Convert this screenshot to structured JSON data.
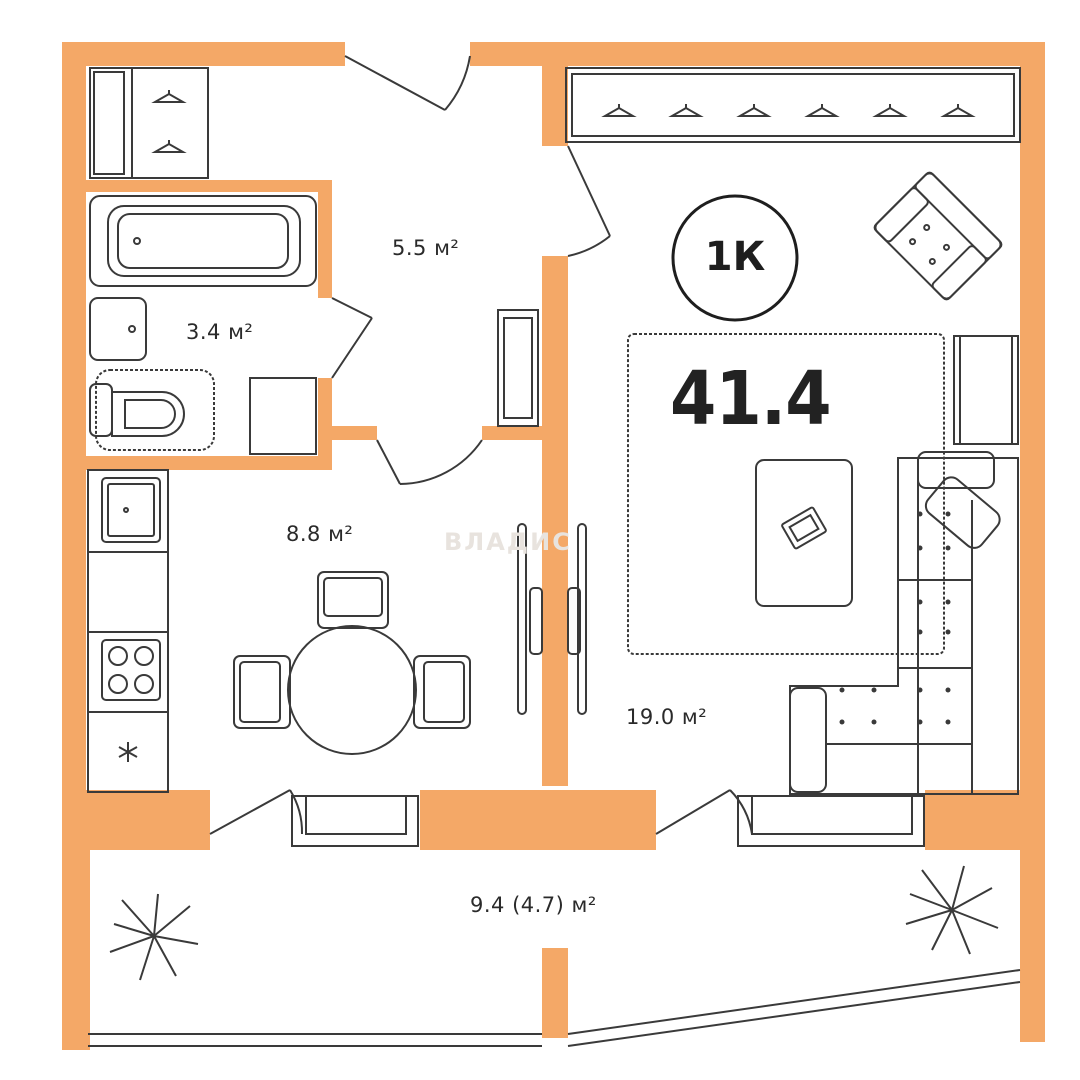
{
  "plan": {
    "room_type": "1К",
    "total_area": "41.4",
    "watermark": "ВЛАДИС",
    "rooms": [
      {
        "name": "hallway",
        "area": "5.5 м²"
      },
      {
        "name": "bathroom",
        "area": "3.4 м²"
      },
      {
        "name": "kitchen",
        "area": "8.8 м²"
      },
      {
        "name": "living-room",
        "area": "19.0 м²"
      },
      {
        "name": "loggia",
        "area": "9.4 (4.7) м²"
      }
    ]
  },
  "colors": {
    "wall": "#f4a867",
    "line": "#3a3a3a",
    "background": "#ffffff"
  }
}
